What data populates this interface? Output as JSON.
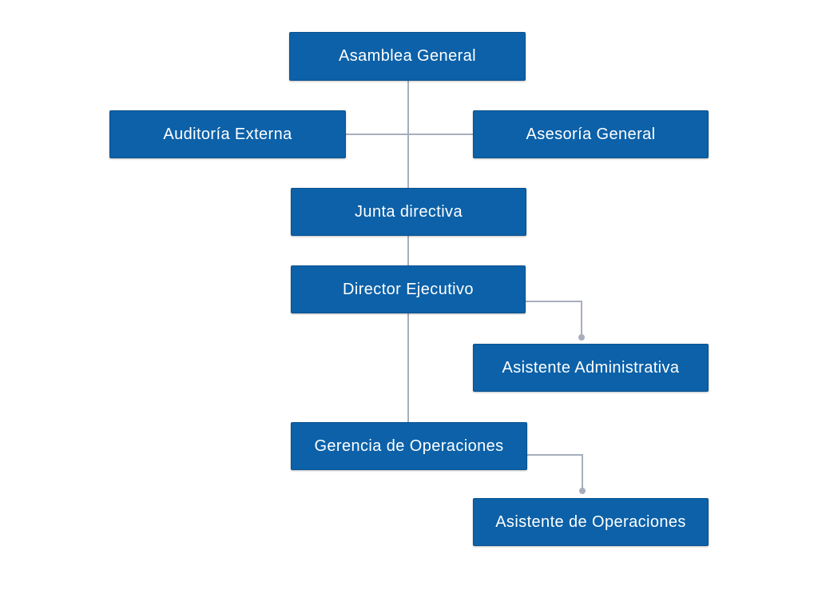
{
  "chart": {
    "nodes": {
      "asamblea_general": "Asamblea General",
      "auditoria_externa": "Auditoría Externa",
      "asesoria_general": "Asesoría General",
      "junta_directiva": "Junta directiva",
      "director_ejecutivo": "Director Ejecutivo",
      "asistente_administrativa": "Asistente Administrativa",
      "gerencia_operaciones": "Gerencia de Operaciones",
      "asistente_operaciones": "Asistente de Operaciones"
    },
    "colors": {
      "box": "#0c61a8",
      "box_border": "#0a528f",
      "text": "#ffffff",
      "connector": "#a7afbd"
    }
  }
}
